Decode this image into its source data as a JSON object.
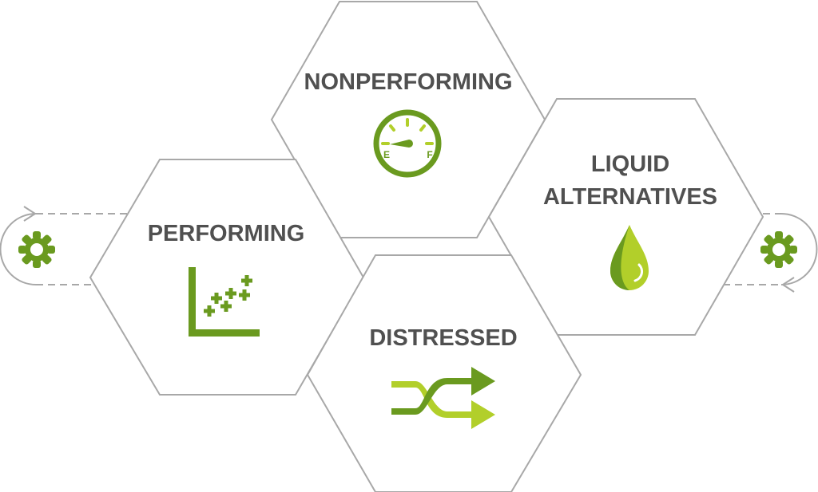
{
  "colors": {
    "dark_green": "#6a9a1f",
    "light_green": "#b2cf2a",
    "text": "#505050",
    "line": "#a8a8a8"
  },
  "hexagons": [
    {
      "label": "NONPERFORMING",
      "icon": "fuel-gauge-icon",
      "gauge": {
        "empty": "E",
        "full": "F"
      }
    },
    {
      "label_line1": "LIQUID",
      "label_line2": "ALTERNATIVES",
      "icon": "droplet-icon"
    },
    {
      "label": "PERFORMING",
      "icon": "scatter-chart-icon"
    },
    {
      "label": "DISTRESSED",
      "icon": "shuffle-arrows-icon"
    }
  ],
  "cycle_icons": [
    "gear-icon",
    "gear-icon"
  ]
}
